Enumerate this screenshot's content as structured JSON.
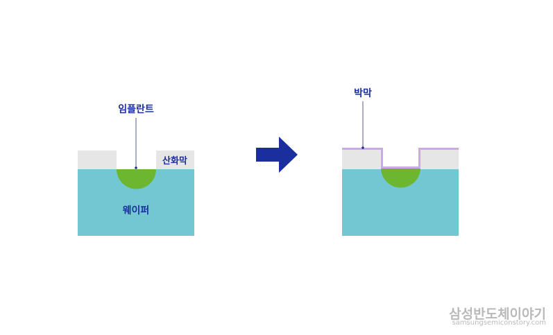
{
  "labels": {
    "implant": "임플란트",
    "oxide": "산화막",
    "wafer": "웨이퍼",
    "thin_film": "박막"
  },
  "watermark": {
    "title": "삼성반도체이야기",
    "url": "samsungsemiconstory.com"
  },
  "colors": {
    "wafer": "#72c7d3",
    "oxide": "#e6e6e6",
    "implant": "#6cb630",
    "thin_film": "#cba8e6",
    "arrow": "#1a2e9e",
    "label": "#1a2e9e",
    "leader_line": "#555a80"
  }
}
